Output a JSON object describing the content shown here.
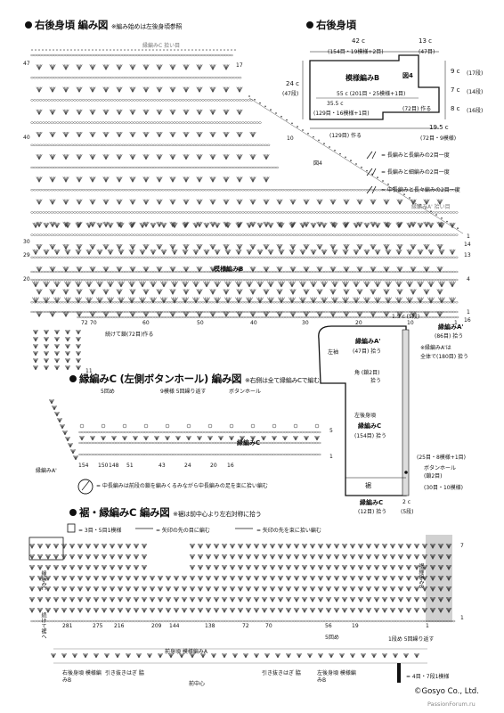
{
  "section1": {
    "title": "右後身頃 編み図",
    "note": "※編み始めは左後身頃参照",
    "top_label": "縁編みC 拾い目",
    "left_rows": [
      "47",
      "40",
      "30",
      "29",
      "20",
      "11"
    ],
    "right_rows_upper": [
      "17",
      "10"
    ],
    "right_rows_lower": [
      "1",
      "14",
      "13",
      "4",
      "1",
      "16"
    ],
    "fig_label": "図4",
    "pattern_label": "模様編みB",
    "edge_label": "縁編みA' 拾い目",
    "bottom_counts": [
      "72",
      "70",
      "60",
      "50",
      "40",
      "30",
      "20",
      "10",
      "1"
    ],
    "chain_label": "続けて鎖(72目)作る"
  },
  "section2": {
    "title": "右後身頃",
    "width_top": "42 c",
    "width_top_stitch": "(154目・19模様+2目)",
    "width_top_right": "13 c",
    "width_top_right_stitch": "(47目)",
    "pattern": "模様編みB",
    "fig": "図4",
    "height_left": "24 c",
    "height_left_rows": "(47段)",
    "inner_width": "55 c (201目・25模様+1目)",
    "inner_lower": "35.5 c",
    "inner_lower_stitch": "(129目・16模様+1目)",
    "make_72": "(72目) 作る",
    "bottom_make": "(129目) 作る",
    "bottom_right": "19.5 c",
    "bottom_right_stitch": "(72目・9模様)",
    "side_9": "9 c",
    "side_9_rows": "(17段)",
    "side_7": "7 c",
    "side_7_rows": "(14段)",
    "side_8": "8 c",
    "side_8_rows": "(16段)",
    "legend": [
      "= 長編みと長編みの2目一度",
      "= 長編みと細編みの2目一度",
      "= 中長編みと長々編みの2目一度"
    ]
  },
  "section3": {
    "title": "縁編みC (左側ボタンホール) 編み図",
    "note": "※右側は全て縁編みCで編む",
    "repeat_5": "5回め",
    "repeat_label": "9模様 5回繰り返す",
    "buttonhole": "ボタンホール",
    "pattern": "縁編みC",
    "side_label": "縁編みA'",
    "row_5": "5",
    "row_1": "1",
    "counts": [
      "154",
      "150",
      "148",
      "51",
      "43",
      "24",
      "20",
      "16"
    ],
    "legend": "= 中長編みは前段の鎖を編みくるみながら中長編みの足を束に拾い編む"
  },
  "section4": {
    "sleeve": "左袖",
    "top_measure": "1.5 c (5段)",
    "border_a": "縁編みA'",
    "border_a_pick": "(86目) 拾う",
    "border_a_note": "※縁編みA'は",
    "border_a_note2": "全体で(180目) 拾う",
    "border_a_side": "(47目) 拾う",
    "corner": "角 (鎖2目)",
    "corner2": "拾う",
    "back_left": "左後身頃",
    "border_c": "縁編みC",
    "border_c_pick": "(154目) 拾う",
    "pick_right": "(25目・8模様+1目)",
    "buttonhole": "ボタンホール",
    "buttonhole2": "(鎖2目)",
    "hem": "裾",
    "hem_pick": "(30目・10模様)",
    "border_c_bottom": "縁編みC",
    "border_c_bottom_pick": "(12目) 拾う",
    "bottom_w": "2 c",
    "bottom_rows": "(5段)"
  },
  "section5": {
    "title": "裾・縁編みC 編み図",
    "note": "※裾は前中心より左右対称に拾う",
    "legend_1": "= 3目・5目1模様",
    "legend_2": "= 矢印の先の目に編む",
    "legend_3": "= 矢印の先を束に拾い編む",
    "side_c": "縁編みC",
    "side_continue": "続けて裾へ",
    "hem_b": "裾縁編みB",
    "row_7": "7",
    "row_1": "1",
    "row_5_times": "5回め",
    "counts": [
      "281",
      "275",
      "216",
      "209",
      "144",
      "138",
      "72",
      "70",
      "56",
      "19",
      "1"
    ],
    "repeat": "1段め 5回繰り返す",
    "bottom_labels": [
      "右後身頃 模様編みB",
      "引き抜きはぎ 脇",
      "前身頃 模様編みA",
      "前中心",
      "引き抜きはぎ 脇",
      "左後身頃 模様編みB"
    ],
    "pattern_note": "= 4目・7段1模様"
  },
  "footer": {
    "copyright": "©Gosyo Co., Ltd.",
    "watermark": "PassionForum.ru"
  }
}
